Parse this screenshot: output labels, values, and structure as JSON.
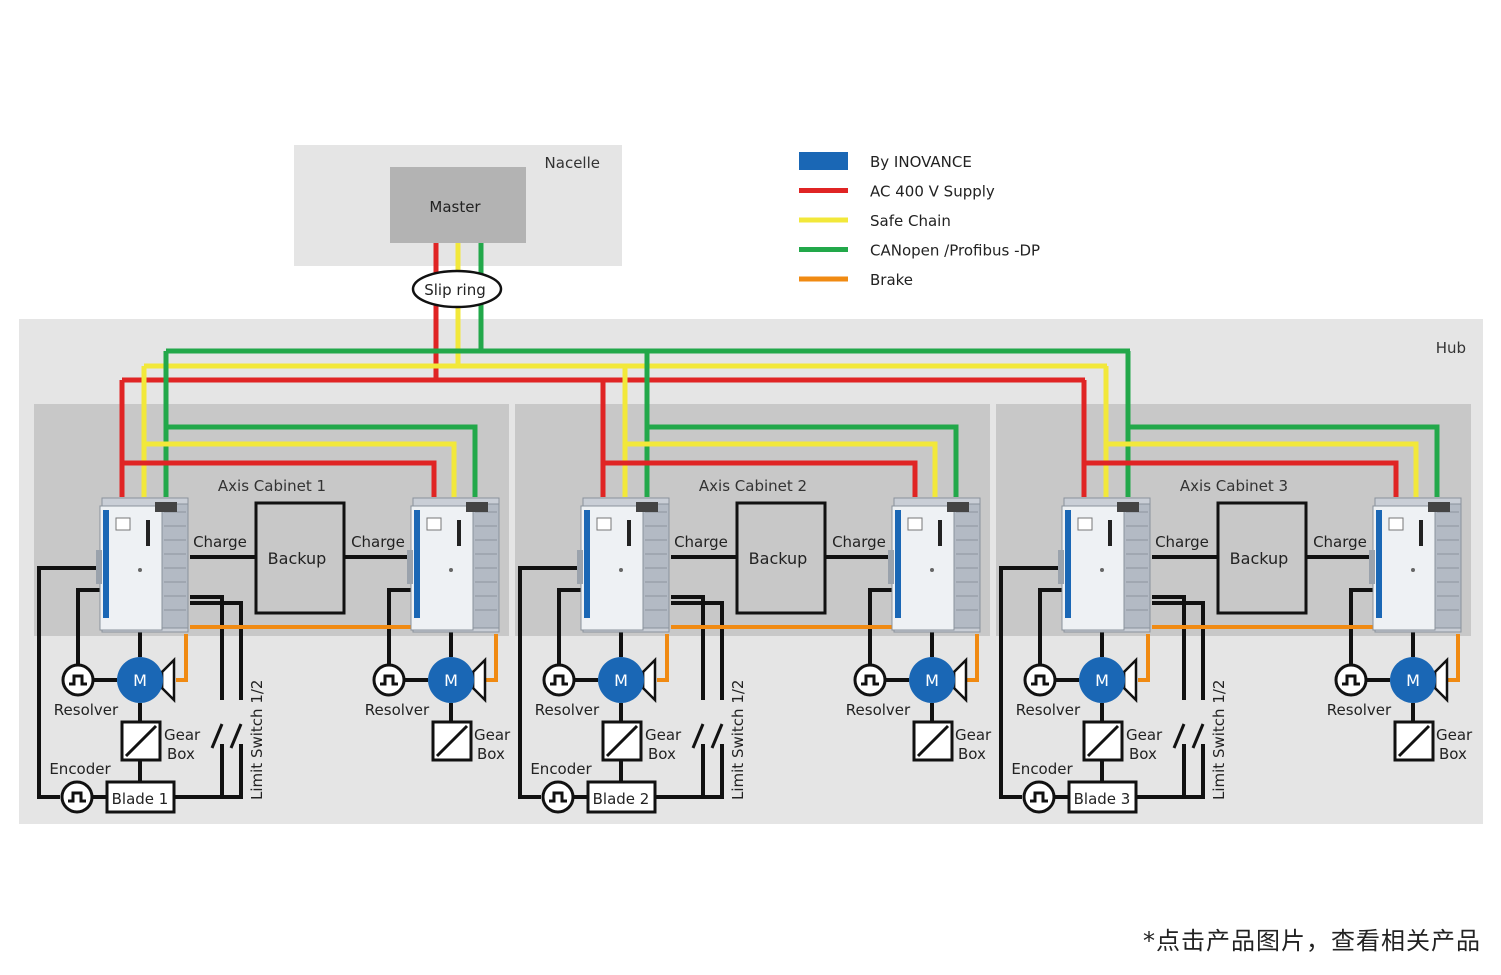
{
  "colors": {
    "inovance": "#1a67b5",
    "ac_supply": "#e02424",
    "safe_chain": "#f2e83a",
    "canopen": "#22a84a",
    "brake": "#f08a12"
  },
  "legend": [
    {
      "key": "inovance",
      "label": "By INOVANCE",
      "kind": "box"
    },
    {
      "key": "ac_supply",
      "label": "AC 400 V Supply",
      "kind": "line"
    },
    {
      "key": "safe_chain",
      "label": "Safe Chain",
      "kind": "line"
    },
    {
      "key": "canopen",
      "label": "CANopen /Profibus  -DP",
      "kind": "line"
    },
    {
      "key": "brake",
      "label": "Brake",
      "kind": "line"
    }
  ],
  "nacelle": {
    "label": "Nacelle",
    "master": "Master",
    "slip_ring": "Slip ring"
  },
  "hub": {
    "label": "Hub"
  },
  "cabinets": [
    {
      "title": "Axis Cabinet   1",
      "blade": "Blade 1"
    },
    {
      "title": "Axis Cabinet   2",
      "blade": "Blade 2"
    },
    {
      "title": "Axis Cabinet   3",
      "blade": "Blade 3"
    }
  ],
  "labels": {
    "charge": "Charge",
    "backup": "Backup",
    "motor": "M",
    "resolver": "Resolver",
    "encoder": "Encoder",
    "gear": "Gear",
    "box": "Box",
    "limit_switch": "Limit Switch   1/2"
  },
  "footnote": "*点击产品图片，查看相关产品"
}
